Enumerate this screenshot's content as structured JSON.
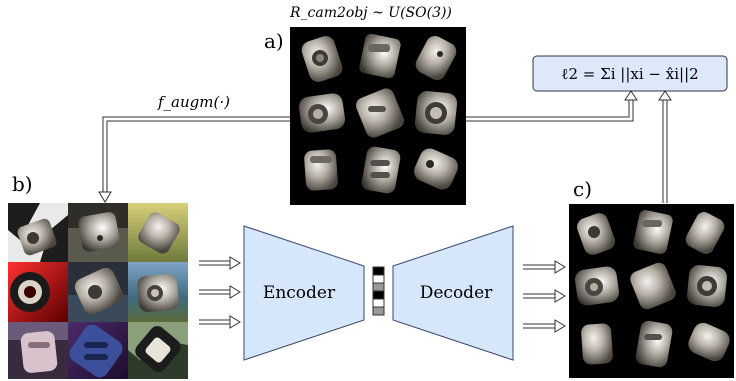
{
  "labels": {
    "a": "a)",
    "b": "b)",
    "c": "c)"
  },
  "rotation_formula": "R_cam2obj ~ U(SO(3))",
  "augmentation_fn": "f_augm(·)",
  "loss_formula": "ℓ2 = Σi ||xi − x̂i||2",
  "encoder_label": "Encoder",
  "decoder_label": "Decoder",
  "colors": {
    "block_fill": "#d6e6fb",
    "block_stroke": "#3a4a6a",
    "loss_box_fill": "#dde8fb",
    "arrow": "#333333",
    "image_bg": "#000000"
  },
  "latent_code_cells": [
    "black",
    "white",
    "gray",
    "black",
    "white",
    "gray",
    "black"
  ],
  "grid_tile_content": "rendered metal object views"
}
